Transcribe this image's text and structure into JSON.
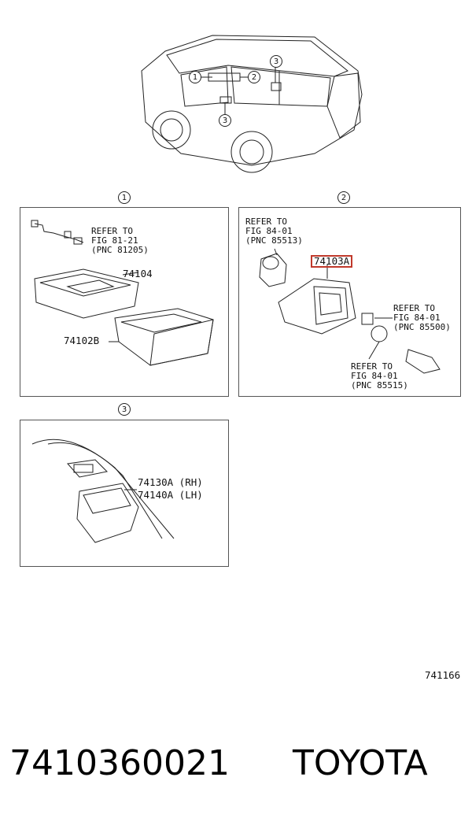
{
  "overview": {
    "callouts": [
      "1",
      "2",
      "3",
      "3"
    ]
  },
  "section1": {
    "callout": "1",
    "refer": "REFER TO\nFIG 81-21\n(PNC 81205)",
    "part_a": "74104",
    "part_b": "74102B"
  },
  "section2": {
    "callout": "2",
    "refer_left": "REFER TO\nFIG 84-01\n(PNC 85513)",
    "part_highlight": "74103A",
    "highlight_color": "#c0392b",
    "refer_right": "REFER TO\nFIG 84-01\n(PNC 85500)",
    "refer_bottom": "REFER TO\nFIG 84-01\n(PNC 85515)"
  },
  "section3": {
    "callout": "3",
    "part_rh": "74130A (RH)",
    "part_lh": "74140A (LH)"
  },
  "figure_code": "741166",
  "footer": {
    "part_number": "7410360021",
    "brand": "TOYOTA"
  }
}
